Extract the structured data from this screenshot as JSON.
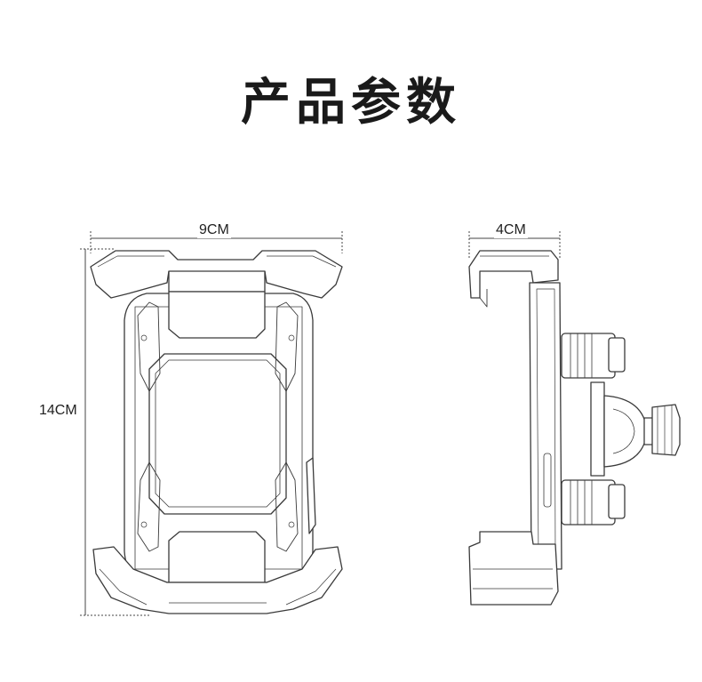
{
  "title": "产品参数",
  "dimensions": {
    "front_width": "9CM",
    "front_height": "14CM",
    "side_depth": "4CM"
  },
  "colors": {
    "line": "#3a3a3a",
    "dim_line": "#444444",
    "background": "#ffffff"
  }
}
